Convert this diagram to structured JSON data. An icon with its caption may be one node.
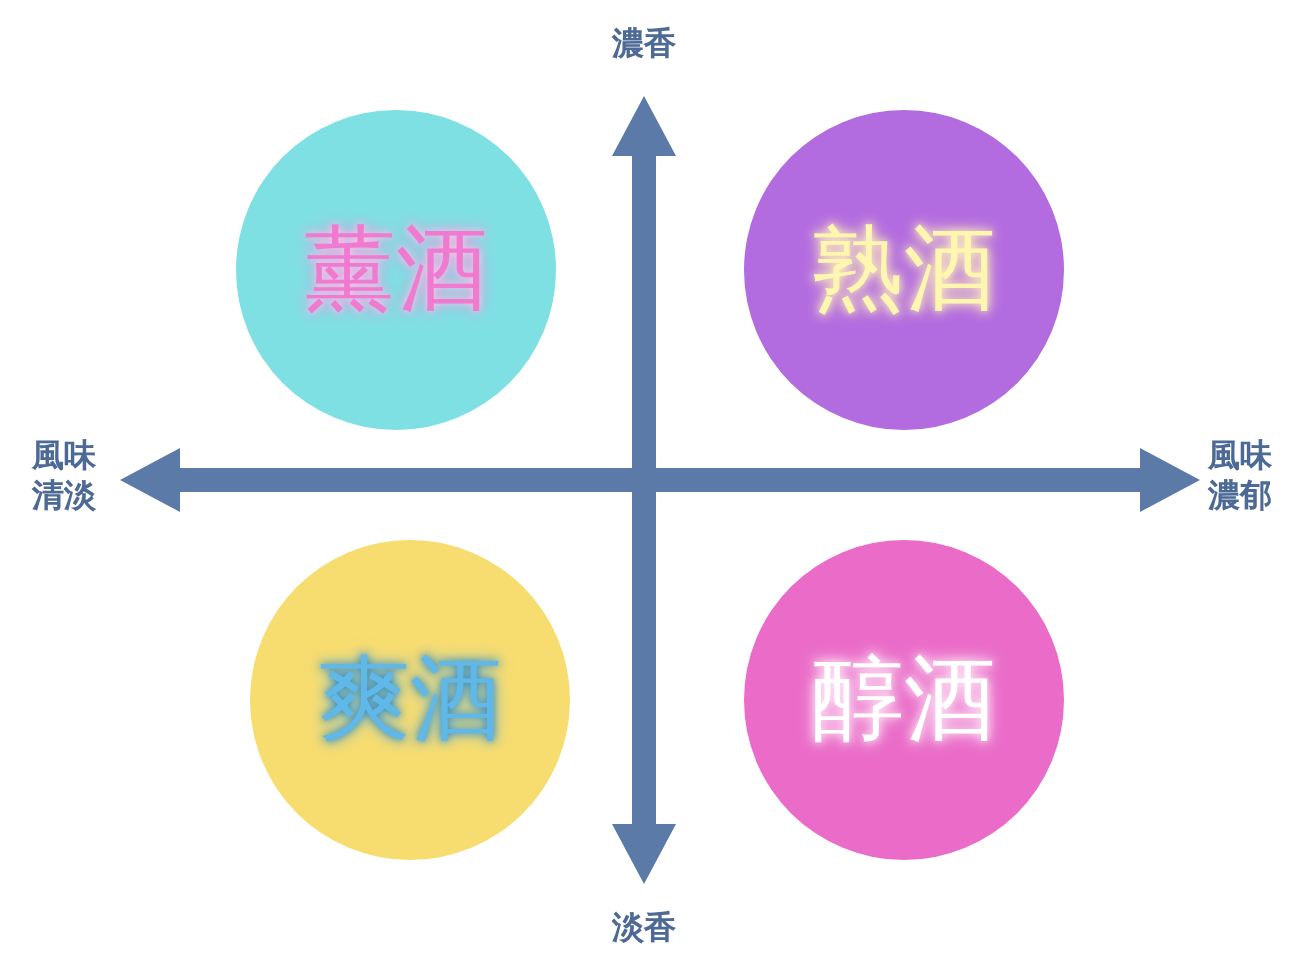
{
  "diagram": {
    "nodes": [
      {
        "text": [
          "薰酒"
        ]
      },
      {
        "text": [
          "熟酒"
        ]
      },
      {
        "text": [
          "爽酒"
        ]
      },
      {
        "text": [
          "醇酒"
        ]
      }
    ],
    "labels": [
      "濃香",
      "風味清淡",
      "風味濃郁",
      "淡香"
    ]
  }
}
